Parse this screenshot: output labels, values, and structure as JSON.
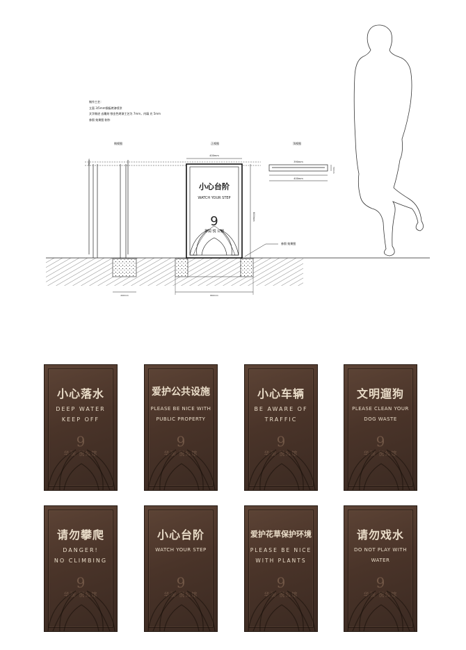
{
  "drawing": {
    "notes": [
      "制作工艺：",
      "立面 3/5mm钢板烤漆喷涂",
      "文字做进 去雕刻 铁金色烤漆工艺为 7mm，内填 光 5mm",
      "参照 效果图 制作"
    ],
    "view_labels": {
      "side": "侧视图",
      "front": "正视图",
      "top": "顶视图"
    },
    "dimensions": {
      "front_width": "400mm",
      "front_height": "600mm",
      "top_inner": "390mm",
      "top_outer": "400mm",
      "side_top": "70mm",
      "top_depth": "50mm",
      "foot_left": "200mm",
      "foot_main": "800mm"
    },
    "callout": "参照 效果图",
    "front_sign": {
      "title": "小心台阶",
      "subtitle": "WATCH YOUR STEP",
      "logo_number": "9",
      "logo_text": "华润 悦 公馆"
    }
  },
  "signs": [
    {
      "title": "小心落水",
      "english": "DEEP WATER\nKEEP OFF",
      "logo_number": "9",
      "logo_text": "华润 悦公馆"
    },
    {
      "title": "爱护公共设施",
      "english": "PLEASE BE NICE WITH\nPUBLIC PROPERTY",
      "logo_number": "9",
      "logo_text": "华润 悦公馆"
    },
    {
      "title": "小心车辆",
      "english": "BE AWARE OF\nTRAFFIC",
      "logo_number": "9",
      "logo_text": "华润 悦公馆"
    },
    {
      "title": "文明遛狗",
      "english": "PLEASE CLEAN YOUR\nDOG WASTE",
      "logo_number": "9",
      "logo_text": "华润 悦公馆"
    },
    {
      "title": "请勿攀爬",
      "english": "DANGER!\nNO CLIMBING",
      "logo_number": "9",
      "logo_text": "华润 悦公馆"
    },
    {
      "title": "小心台阶",
      "english": "WATCH YOUR STEP",
      "logo_number": "9",
      "logo_text": "华润 悦公馆"
    },
    {
      "title": "爱护花草保护环境",
      "english": "PLEASE BE NICE\nWITH PLANTS",
      "logo_number": "9",
      "logo_text": "华润 悦公馆"
    },
    {
      "title": "请勿戏水",
      "english": "DO NOT PLAY WITH\nWATER",
      "logo_number": "9",
      "logo_text": "华润 悦公馆"
    }
  ]
}
